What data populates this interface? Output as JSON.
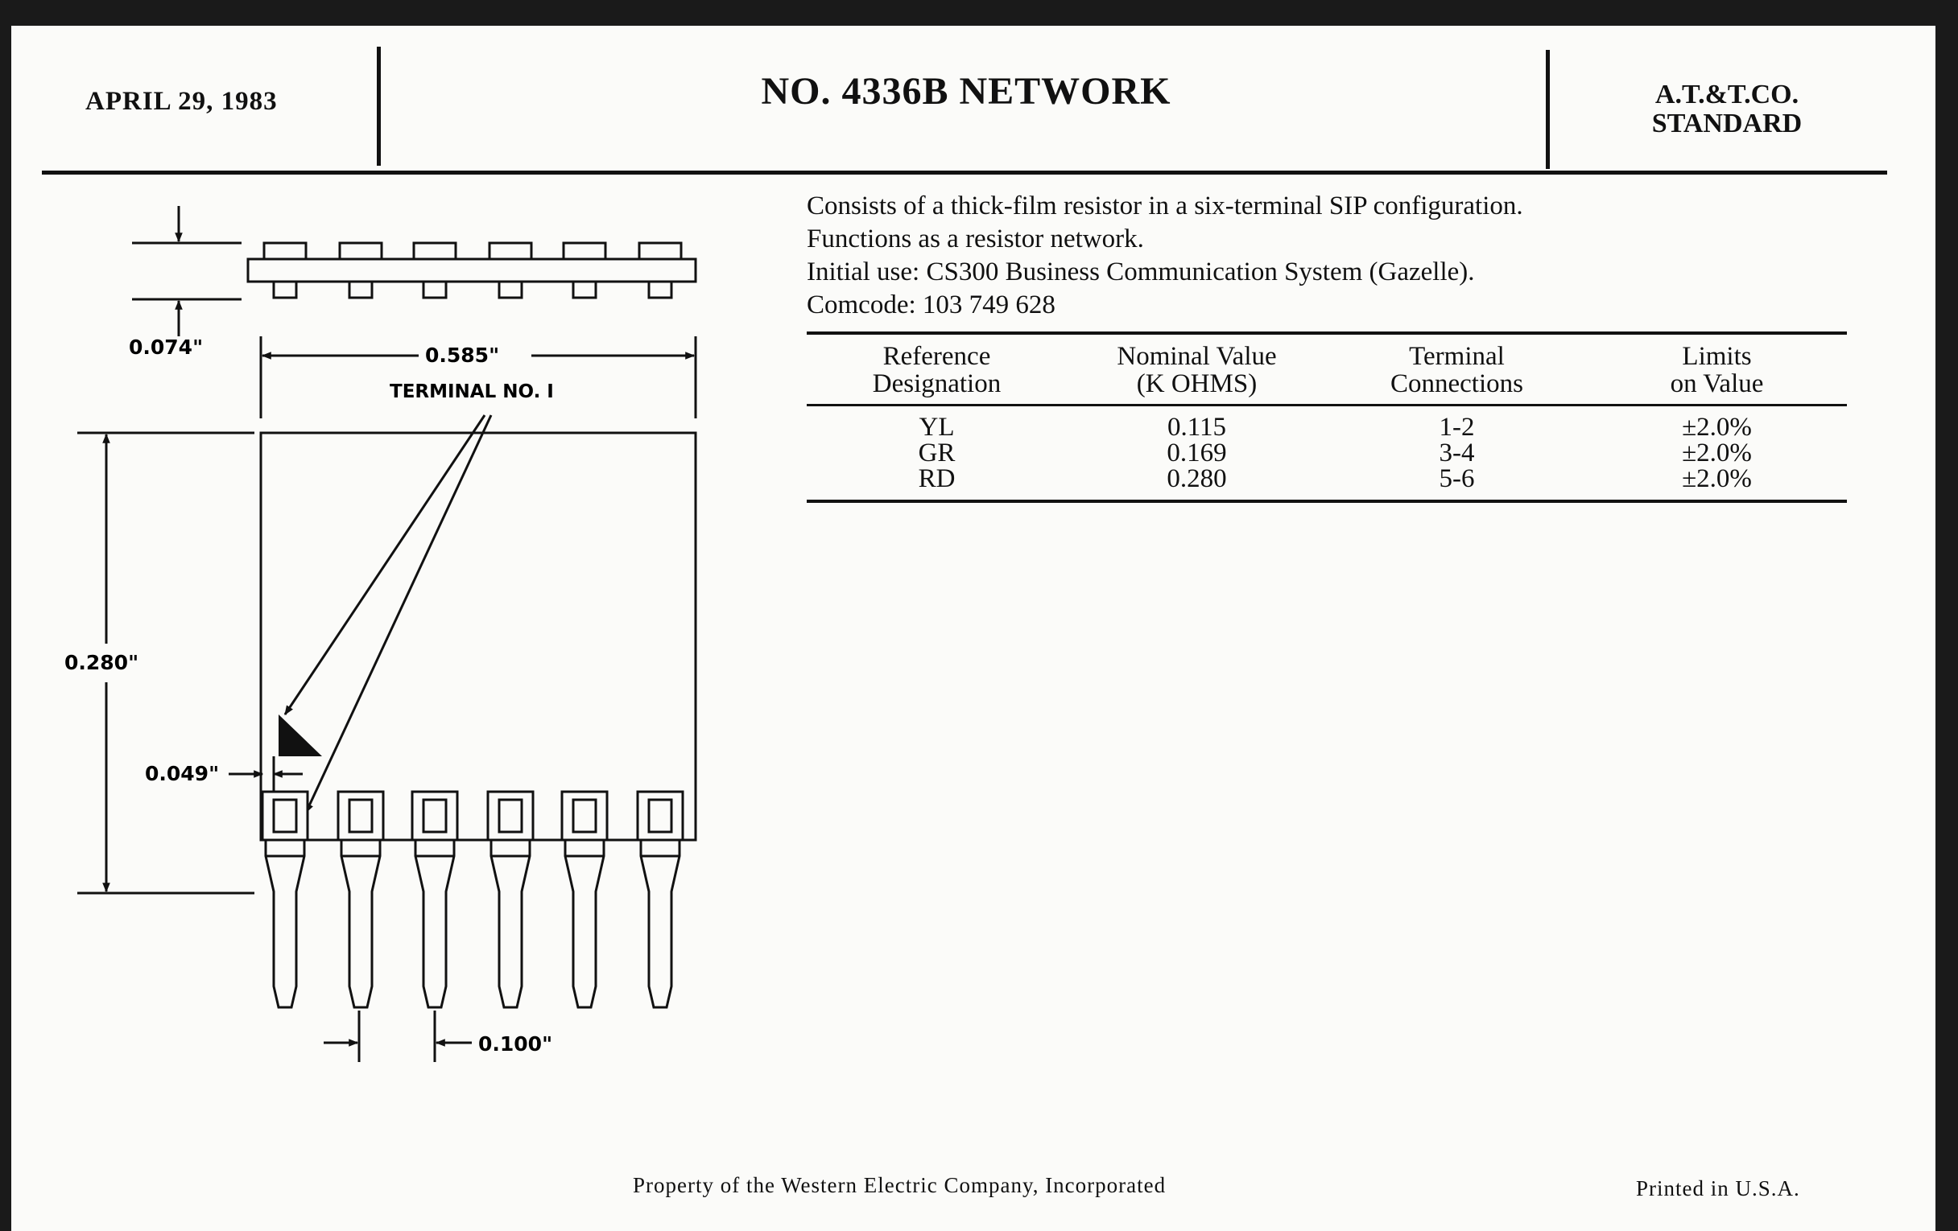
{
  "header": {
    "date": "APRIL 29, 1983",
    "title": "NO. 4336B NETWORK",
    "standard_line1": "A.T.&T.CO.",
    "standard_line2": "STANDARD"
  },
  "description": {
    "line1": "Consists of a thick-film resistor in a six-terminal SIP configuration.",
    "line2": "Functions as a resistor network.",
    "line3": "Initial use: CS300 Business Communication System (Gazelle).",
    "line4": "Comcode: 103 749 628"
  },
  "table": {
    "headers": [
      "Reference\nDesignation",
      "Nominal Value\n(K OHMS)",
      "Terminal\nConnections",
      "Limits\non Value"
    ],
    "rows": [
      [
        "YL",
        "0.115",
        "1-2",
        "±2.0%"
      ],
      [
        "GR",
        "0.169",
        "3-4",
        "±2.0%"
      ],
      [
        "RD",
        "0.280",
        "5-6",
        "±2.0%"
      ]
    ]
  },
  "drawing": {
    "dim_thickness": "0.074\"",
    "dim_length": "0.585\"",
    "terminal_label": "TERMINAL NO. I",
    "dim_height": "0.280\"",
    "dim_marker_offset": "0.049\"",
    "dim_pitch": "0.100\""
  },
  "footer": {
    "property": "Property of the Western Electric Company, Incorporated",
    "printed": "Printed in U.S.A."
  }
}
